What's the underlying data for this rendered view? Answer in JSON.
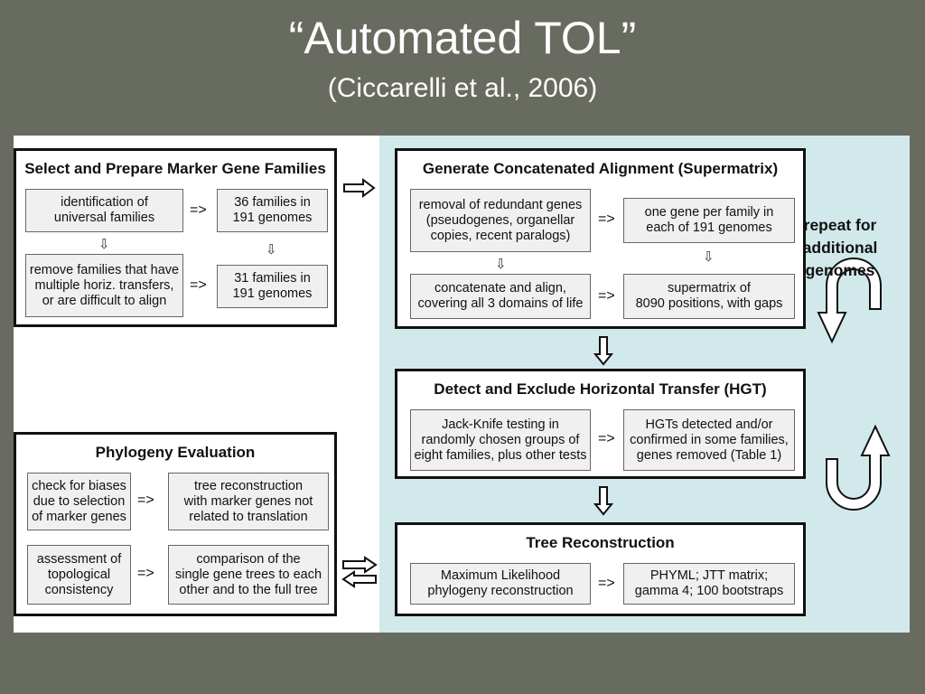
{
  "slide": {
    "title": "“Automated TOL”",
    "subtitle": "(Ciccarelli et al., 2006)"
  },
  "panels": {
    "select": {
      "title": "Select and Prepare Marker Gene Families",
      "box1": "identification of\nuniversal families",
      "box2": "36 families in\n191 genomes",
      "box3": "remove families that have\nmultiple horiz. transfers,\nor are difficult to align",
      "box4": "31 families in\n191 genomes"
    },
    "generate": {
      "title": "Generate Concatenated Alignment (Supermatrix)",
      "box1": "removal of redundant genes\n(pseudogenes, organellar\ncopies, recent paralogs)",
      "box2": "one gene per family in\neach of 191 genomes",
      "box3": "concatenate and align,\ncovering all 3 domains of life",
      "box4": "supermatrix of\n8090 positions, with gaps"
    },
    "detect": {
      "title": "Detect and Exclude Horizontal Transfer (HGT)",
      "box1": "Jack-Knife testing in\nrandomly chosen groups of\neight families, plus other tests",
      "box2": "HGTs detected and/or\nconfirmed in some families,\ngenes removed (Table 1)"
    },
    "phylogeny": {
      "title": "Phylogeny Evaluation",
      "box1": "check for biases\ndue to selection\nof marker genes",
      "box2": "tree reconstruction\nwith marker genes not\nrelated to translation",
      "box3": "assessment of\ntopological\nconsistency",
      "box4": "comparison of the\nsingle gene trees to each\nother and to the full tree"
    },
    "tree": {
      "title": "Tree Reconstruction",
      "box1": "Maximum Likelihood\nphylogeny reconstruction",
      "box2": "PHYML; JTT matrix;\ngamma 4; 100 bootstraps"
    }
  },
  "arrow_symbol": "=>",
  "down_symbol": "⇩",
  "repeat_label": "repeat for\nadditional\ngenomes",
  "colors": {
    "background": "#686b5f",
    "right_panel_bg": "#d2e9ec",
    "box_fill": "#f0f0f0",
    "border": "#111111"
  },
  "icons": [
    "right-hollow-arrow-icon",
    "down-hollow-arrow-icon",
    "double-swap-arrow-icon",
    "curved-u-arrow-icon"
  ]
}
